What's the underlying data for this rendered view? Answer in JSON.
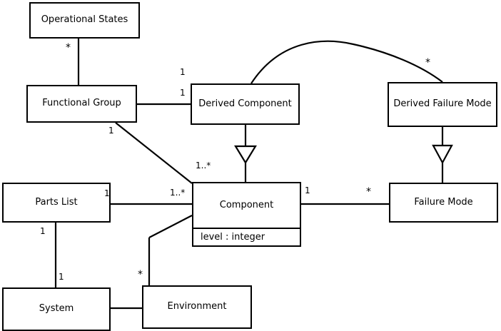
{
  "diagram": {
    "title": "UML class diagram",
    "type": "uml-class-diagram",
    "background_color": "#ffffff",
    "line_color": "#000000",
    "text_color": "#000000",
    "classes": [
      {
        "id": "operational-states",
        "name": "Operational States",
        "attributes": []
      },
      {
        "id": "functional-group",
        "name": "Functional Group",
        "attributes": []
      },
      {
        "id": "derived-component",
        "name": "Derived Component",
        "attributes": []
      },
      {
        "id": "derived-failure-mode",
        "name": "Derived Failure Mode",
        "attributes": []
      },
      {
        "id": "parts-list",
        "name": "Parts List",
        "attributes": []
      },
      {
        "id": "component",
        "name": "Component",
        "attributes": [
          "level : integer"
        ]
      },
      {
        "id": "failure-mode",
        "name": "Failure Mode",
        "attributes": []
      },
      {
        "id": "system",
        "name": "System",
        "attributes": []
      },
      {
        "id": "environment",
        "name": "Environment",
        "attributes": []
      }
    ],
    "class_labels": {
      "operational_states": "Operational States",
      "functional_group": "Functional Group",
      "derived_component": "Derived Component",
      "derived_failure_mode": "Derived Failure Mode",
      "parts_list": "Parts List",
      "component": "Component",
      "component_attribute_level": "level : integer",
      "failure_mode": "Failure Mode",
      "system": "System",
      "environment": "Environment"
    },
    "relationships": [
      {
        "id": "opstates-functionalgroup",
        "kind": "association",
        "from": "operational-states",
        "to": "functional-group",
        "from_multiplicity": "*",
        "to_multiplicity": ""
      },
      {
        "id": "functionalgroup-derivedcomponent",
        "kind": "association",
        "from": "functional-group",
        "to": "derived-component",
        "from_multiplicity": "",
        "to_multiplicity": "1"
      },
      {
        "id": "functionalgroup-component",
        "kind": "association",
        "from": "functional-group",
        "to": "component",
        "from_multiplicity": "1",
        "to_multiplicity": "1..*"
      },
      {
        "id": "derivedcomponent-derivedfailuremode",
        "kind": "association-arc",
        "from": "derived-component",
        "to": "derived-failure-mode",
        "from_multiplicity": "1",
        "to_multiplicity": "*"
      },
      {
        "id": "derivedcomponent-component",
        "kind": "generalization",
        "from": "derived-component",
        "to": "component",
        "from_multiplicity": "",
        "to_multiplicity": ""
      },
      {
        "id": "derivedfailuremode-failuremode",
        "kind": "generalization",
        "from": "derived-failure-mode",
        "to": "failure-mode",
        "from_multiplicity": "",
        "to_multiplicity": ""
      },
      {
        "id": "partslist-component",
        "kind": "association",
        "from": "parts-list",
        "to": "component",
        "from_multiplicity": "1",
        "to_multiplicity": "1..*"
      },
      {
        "id": "partslist-system",
        "kind": "association",
        "from": "parts-list",
        "to": "system",
        "from_multiplicity": "1",
        "to_multiplicity": "1"
      },
      {
        "id": "component-failuremode",
        "kind": "association",
        "from": "component",
        "to": "failure-mode",
        "from_multiplicity": "1",
        "to_multiplicity": "*"
      },
      {
        "id": "component-environment",
        "kind": "association",
        "from": "component",
        "to": "environment",
        "from_multiplicity": "",
        "to_multiplicity": "*"
      },
      {
        "id": "system-environment",
        "kind": "association",
        "from": "system",
        "to": "environment",
        "from_multiplicity": "",
        "to_multiplicity": ""
      }
    ],
    "multiplicity_labels": {
      "opstates_star": "*",
      "fg_to_dc_one": "1",
      "fg_diag_one": "1",
      "fg_diag_one_many": "1..*",
      "arc_one": "1",
      "arc_star": "*",
      "partslist_one": "1",
      "partslist_one_many": "1..*",
      "partslist_system_top_one": "1",
      "partslist_system_bottom_one": "1",
      "component_one": "1",
      "failuremode_star": "*",
      "environment_star": "*"
    }
  }
}
